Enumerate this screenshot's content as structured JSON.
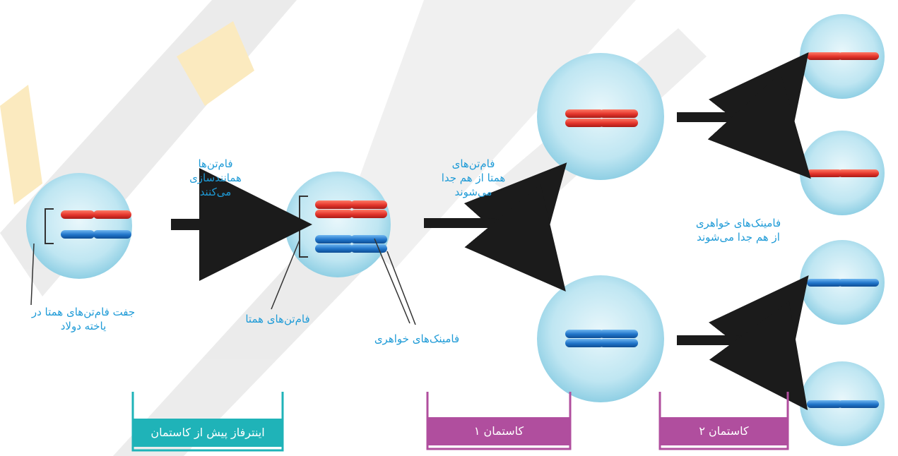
{
  "colors": {
    "cell_fill": "#bfe6f2",
    "cell_edge": "#8fcfe4",
    "red_chromosome": "#e3342b",
    "blue_chromosome": "#1e73c8",
    "arrow": "#1b1b1b",
    "label_text": "#1f9bd7",
    "interphase_band": "#1fb3b8",
    "meiosis_band": "#b04e9e",
    "watermark": "#c8c8c8",
    "watermark_accent": "#f6c64a"
  },
  "labels": {
    "pair_in_diploid": [
      "جفت فام‌تن‌های همتا در",
      "یاخته دولاد"
    ],
    "replicate": [
      "فام‌تن‌ها",
      "همانندسازی",
      "می‌کنند"
    ],
    "homologous": "فام‌تن‌های همتا",
    "sister_chromatids": "فامینک‌های خواهری",
    "homologs_separate": [
      "فام‌تن‌های",
      "همتا از هم جدا",
      "می‌شوند"
    ],
    "sisters_separate": [
      "فامینک‌های خواهری",
      "از هم جدا می‌شوند"
    ]
  },
  "stages": {
    "interphase": "اینترفاز پیش از کاستمان",
    "meiosis1": "کاستمان ۱",
    "meiosis2": "کاستمان ۲"
  }
}
